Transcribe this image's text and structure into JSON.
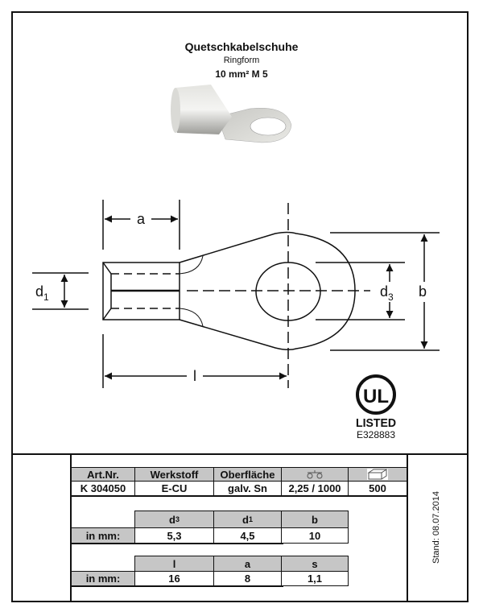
{
  "header": {
    "title": "Quetschkabelschuhe",
    "subtitle": "Ringform",
    "spec": "10 mm²  M 5"
  },
  "drawing": {
    "labels": {
      "a": "a",
      "l": "l",
      "d1": "d",
      "d1_sub": "1",
      "d3": "d",
      "d3_sub": "3",
      "b": "b"
    }
  },
  "certification": {
    "logo_text": "UL",
    "listed": "LISTED",
    "file_number": "E328883"
  },
  "table1": {
    "headers": [
      "Art.Nr.",
      "Werkstoff",
      "Oberfläche",
      "weight-icon",
      "box-icon"
    ],
    "values": [
      "K 304050",
      "E-CU",
      "galv. Sn",
      "2,25 / 1000",
      "500"
    ]
  },
  "table2": {
    "row_label": "in mm:",
    "headers": [
      {
        "t": "d",
        "s": "3"
      },
      {
        "t": "d",
        "s": "1"
      },
      {
        "t": "b",
        "s": ""
      }
    ],
    "values": [
      "5,3",
      "4,5",
      "10"
    ]
  },
  "table3": {
    "row_label": "in mm:",
    "headers": [
      "l",
      "a",
      "s"
    ],
    "values": [
      "16",
      "8",
      "1,1"
    ]
  },
  "stand": "Stand: 08.07.2014"
}
